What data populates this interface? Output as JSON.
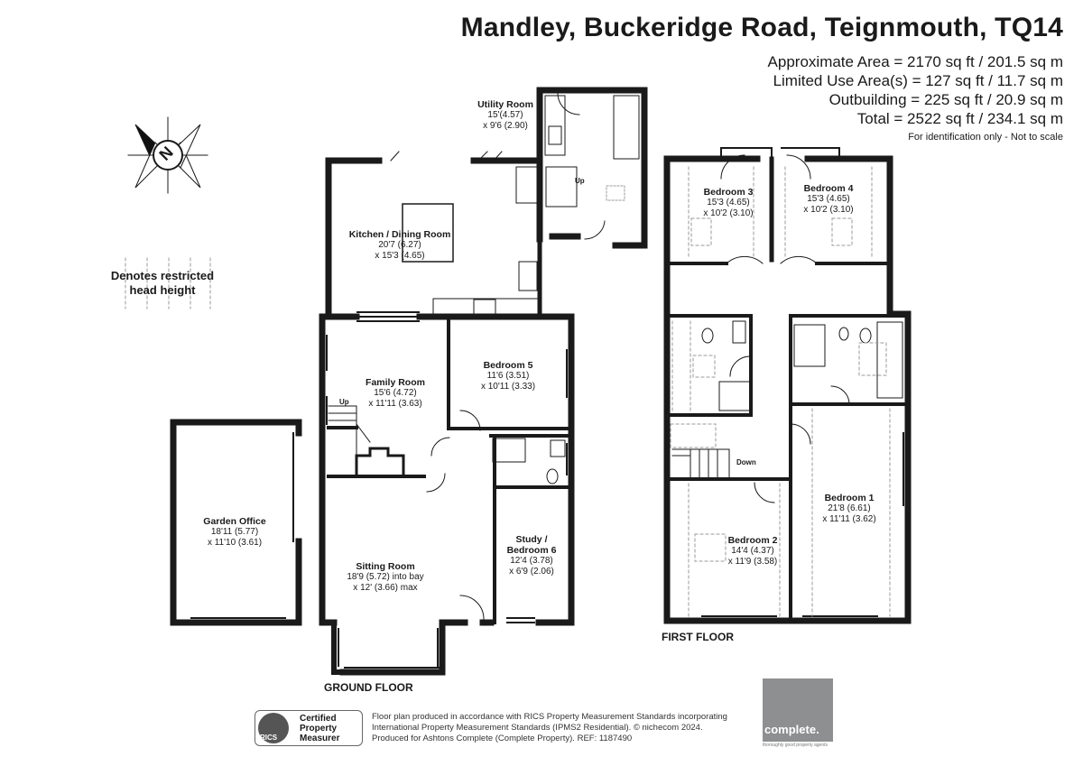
{
  "header": {
    "title": "Mandley, Buckeridge Road, Teignmouth, TQ14",
    "area_lines": [
      "Approximate Area = 2170 sq ft / 201.5 sq m",
      "Limited Use Area(s) = 127 sq ft / 11.7 sq m",
      "Outbuilding = 225 sq ft / 20.9 sq m",
      "Total = 2522 sq ft / 234.1 sq m"
    ],
    "disclaimer": "For identification only - Not to scale"
  },
  "compass": {
    "letter": "N",
    "icon": "compass-icon"
  },
  "legend": {
    "line1": "Denotes restricted",
    "line2": "head height"
  },
  "ground_floor": {
    "label": "GROUND FLOOR",
    "rooms": [
      {
        "name": "Utility Room",
        "dim1": "15'(4.57)",
        "dim2": "x 9'6 (2.90)"
      },
      {
        "name": "Kitchen / Dining Room",
        "dim1": "20'7 (6.27)",
        "dim2": "x 15'3 (4.65)"
      },
      {
        "name": "Family Room",
        "dim1": "15'6 (4.72)",
        "dim2": "x 11'11 (3.63)"
      },
      {
        "name": "Bedroom 5",
        "dim1": "11'6 (3.51)",
        "dim2": "x 10'11 (3.33)"
      },
      {
        "name": "Sitting Room",
        "dim1": "18'9 (5.72) into bay",
        "dim2": "x 12' (3.66) max"
      },
      {
        "name": "Study /",
        "name2": "Bedroom 6",
        "dim1": "12'4 (3.78)",
        "dim2": "x 6'9 (2.06)"
      }
    ],
    "up_label_family": "Up",
    "up_label_utility": "Up"
  },
  "outbuilding": {
    "name": "Garden Office",
    "dim1": "18'11 (5.77)",
    "dim2": "x 11'10 (3.61)"
  },
  "first_floor": {
    "label": "FIRST FLOOR",
    "rooms": [
      {
        "name": "Bedroom 3",
        "dim1": "15'3 (4.65)",
        "dim2": "x 10'2 (3.10)"
      },
      {
        "name": "Bedroom 4",
        "dim1": "15'3 (4.65)",
        "dim2": "x 10'2 (3.10)"
      },
      {
        "name": "Bedroom 1",
        "dim1": "21'8 (6.61)",
        "dim2": "x 11'11 (3.62)"
      },
      {
        "name": "Bedroom 2",
        "dim1": "14'4 (4.37)",
        "dim2": "x 11'9 (3.58)"
      }
    ],
    "down_label": "Down"
  },
  "footer": {
    "rics": {
      "word": "RICS",
      "cert1": "Certified",
      "cert2": "Property",
      "cert3": "Measurer"
    },
    "lines": [
      "Floor plan produced in accordance with RICS Property Measurement Standards incorporating",
      "International Property Measurement Standards (IPMS2 Residential).  © nichecom 2024.",
      "Produced for Ashtons Complete (Complete Property).   REF: 1187490"
    ],
    "brand": "complete.",
    "brand_tag": "thoroughly good property agents"
  },
  "colors": {
    "wall": "#1a1a1a",
    "restricted": "#999999",
    "brand_box": "#8e8f90"
  }
}
